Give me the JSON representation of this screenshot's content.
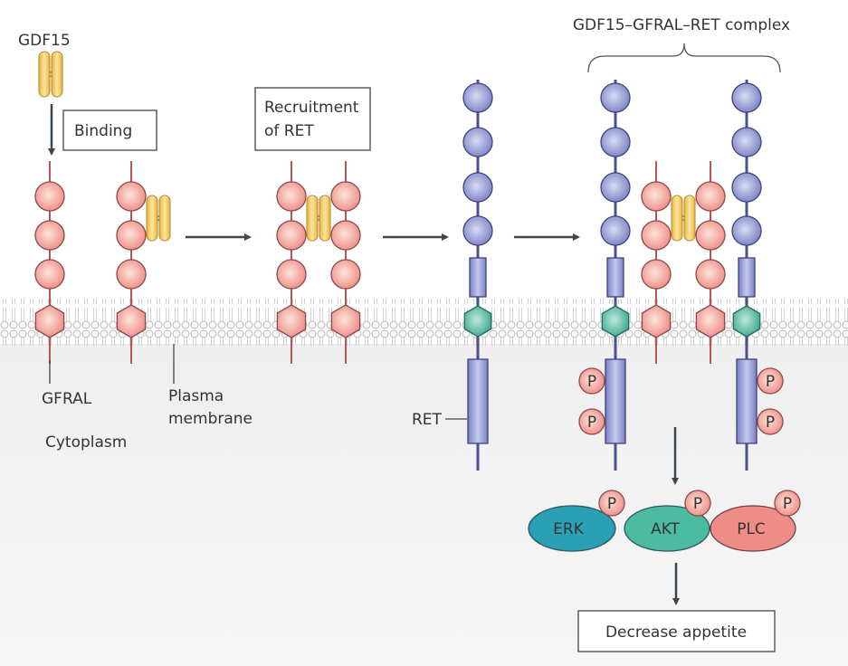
{
  "labels": {
    "gdf15": "GDF15",
    "binding": "Binding",
    "recruitment_line1": "Recruitment",
    "recruitment_line2": "of RET",
    "complex": "GDF15–GFRAL–RET complex",
    "gfral": "GFRAL",
    "cytoplasm": "Cytoplasm",
    "plasma_line1": "Plasma",
    "plasma_line2": "membrane",
    "ret": "RET",
    "phospho": "P",
    "erk": "ERK",
    "akt": "AKT",
    "plc": "PLC",
    "outcome": "Decrease appetite"
  },
  "colors": {
    "gfral": "#f08c88",
    "gdf15": "#f2c75a",
    "ret_domain": "#8087c8",
    "ret_tm": "#3fae9a",
    "erk": "#2aa0b4",
    "akt": "#4dbba0",
    "plc": "#f08c88",
    "arrow": "#3a4650"
  }
}
